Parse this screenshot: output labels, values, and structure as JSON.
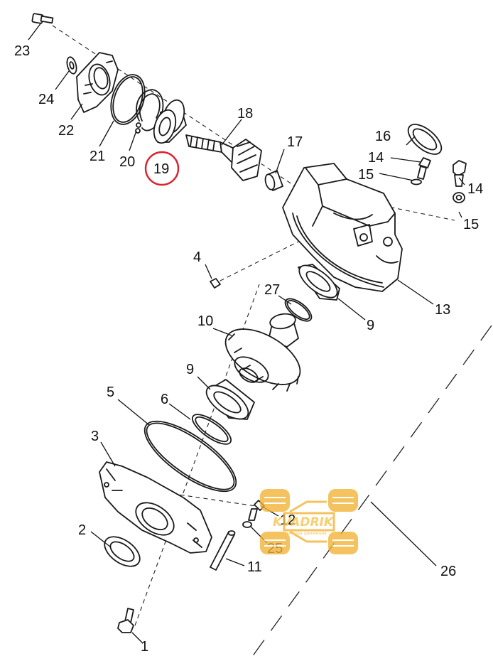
{
  "highlight_color": "#d9232d",
  "logo_color": "#f3b234",
  "callouts": [
    {
      "id": "23",
      "text": "23"
    },
    {
      "id": "24",
      "text": "24"
    },
    {
      "id": "22",
      "text": "22"
    },
    {
      "id": "21",
      "text": "21"
    },
    {
      "id": "20",
      "text": "20"
    },
    {
      "id": "19",
      "text": "19",
      "highlighted": true
    },
    {
      "id": "18",
      "text": "18"
    },
    {
      "id": "17",
      "text": "17"
    },
    {
      "id": "16",
      "text": "16"
    },
    {
      "id": "14a",
      "text": "14"
    },
    {
      "id": "15a",
      "text": "15"
    },
    {
      "id": "14b",
      "text": "14"
    },
    {
      "id": "15b",
      "text": "15"
    },
    {
      "id": "4",
      "text": "4"
    },
    {
      "id": "13",
      "text": "13"
    },
    {
      "id": "27",
      "text": "27"
    },
    {
      "id": "9a",
      "text": "9"
    },
    {
      "id": "10",
      "text": "10"
    },
    {
      "id": "9b",
      "text": "9"
    },
    {
      "id": "5",
      "text": "5"
    },
    {
      "id": "6",
      "text": "6"
    },
    {
      "id": "3",
      "text": "3"
    },
    {
      "id": "2",
      "text": "2"
    },
    {
      "id": "12",
      "text": "12"
    },
    {
      "id": "25",
      "text": "25"
    },
    {
      "id": "11",
      "text": "11"
    },
    {
      "id": "26",
      "text": "26"
    },
    {
      "id": "1",
      "text": "1"
    }
  ],
  "watermark": {
    "brand": "KVADRIK",
    "tagline": "свобода движения"
  }
}
